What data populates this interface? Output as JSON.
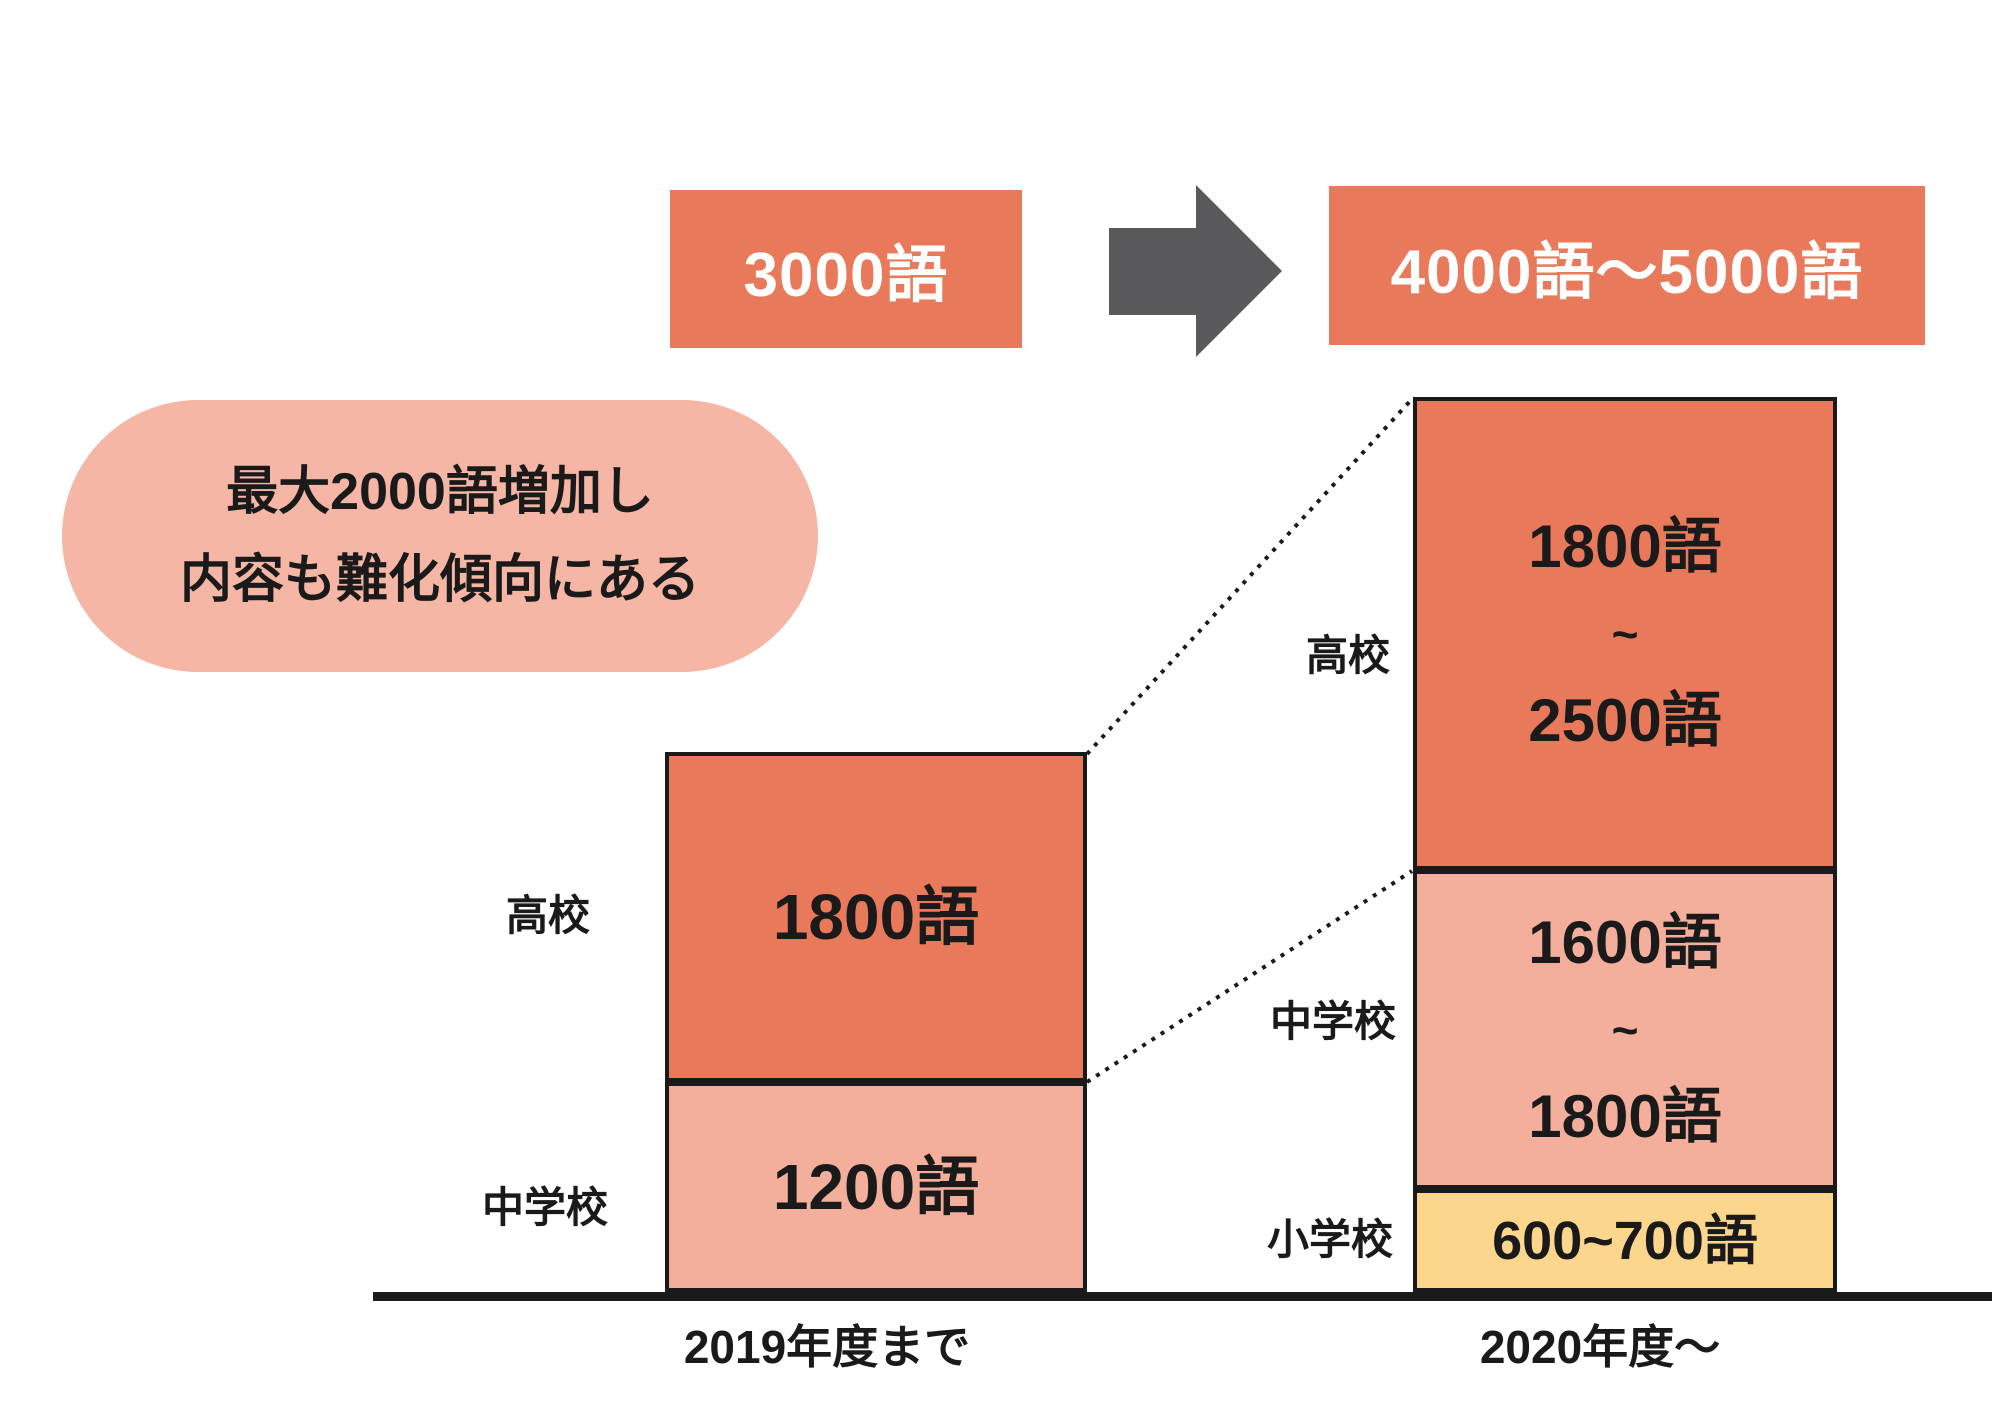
{
  "header": {
    "before_total": "3000語",
    "after_total": "4000語〜5000語"
  },
  "callout": {
    "line1": "最大2000語増加し",
    "line2": "内容も難化傾向にある"
  },
  "left_chart": {
    "axis_label": "2019年度まで",
    "segments": [
      {
        "label": "高校",
        "value": "1800語"
      },
      {
        "label": "中学校",
        "value": "1200語"
      }
    ]
  },
  "right_chart": {
    "axis_label": "2020年度〜",
    "segments": [
      {
        "label": "高校",
        "lines": [
          "1800語",
          "~",
          "2500語"
        ]
      },
      {
        "label": "中学校",
        "lines": [
          "1600語",
          "~",
          "1800語"
        ]
      },
      {
        "label": "小学校",
        "value": "600~700語"
      }
    ]
  },
  "colors": {
    "accent_orange": "#E87A5B",
    "accent_salmon": "#F3AE9C",
    "callout_pink": "#F6B6A5",
    "accent_yellow": "#FBD68C",
    "arrow_gray": "#59595B",
    "line_black": "#1A1A1A"
  },
  "chart_data": {
    "type": "bar",
    "stacked": true,
    "unit": "語 (words)",
    "categories": [
      "2019年度まで",
      "2020年度〜"
    ],
    "series": [
      {
        "name": "小学校",
        "values_min": [
          0,
          600
        ],
        "values_max": [
          0,
          700
        ],
        "display": [
          "",
          "600~700語"
        ]
      },
      {
        "name": "中学校",
        "values_min": [
          1200,
          1600
        ],
        "values_max": [
          1200,
          1800
        ],
        "display": [
          "1200語",
          "1600語~1800語"
        ]
      },
      {
        "name": "高校",
        "values_min": [
          1800,
          1800
        ],
        "values_max": [
          1800,
          2500
        ],
        "display": [
          "1800語",
          "1800語~2500語"
        ]
      }
    ],
    "totals_display": [
      "3000語",
      "4000語〜5000語"
    ],
    "annotation": "最大2000語増加し 内容も難化傾向にある",
    "legend_position": "left-of-segments",
    "grid": false,
    "connectors": "dotted lines link 2019 bar top and segment boundary to 2020 bar segment boundaries"
  }
}
